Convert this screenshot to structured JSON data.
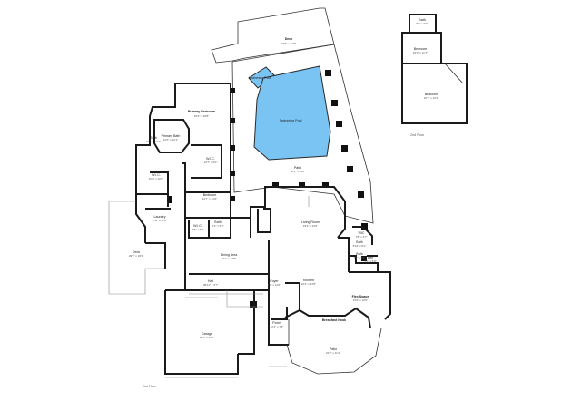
{
  "colors": {
    "pool": "#79c4f2",
    "wall": "#1a1a1a",
    "background": "#ffffff"
  },
  "floors": {
    "first": "1st Floor",
    "second": "2nd Floor"
  },
  "rooms": {
    "deck": {
      "name": "Deck",
      "dim": "32'6\" x 11'8\""
    },
    "swim_pool_upper": {
      "name": "Swimming Pool"
    },
    "swim_pool": {
      "name": "Swimming Pool"
    },
    "primary_bedroom": {
      "name": "Primary Bedroom",
      "dim": "15'4\" x 18'8\""
    },
    "primary_bath": {
      "name": "Primary Bath",
      "dim": "12'0\" x 12'1\""
    },
    "bath_a": {
      "name": "Bath",
      "dim": "12'1\" x 12'1\""
    },
    "wic_a": {
      "name": "W.I.C.",
      "dim": "12'7\" x 9'0\""
    },
    "wic_b": {
      "name": "W.I.C.",
      "dim": "9'10\" x 11'0\""
    },
    "laundry": {
      "name": "Laundry",
      "dim": "8'11\" x 11'8\""
    },
    "deck_side": {
      "name": "Deck",
      "dim": "29'9\" x 18'3\""
    },
    "bedroom": {
      "name": "Bedroom",
      "dim": "12'7\" x 12'0\""
    },
    "patio": {
      "name": "Patio",
      "dim": "62'8\" x 44'8\""
    },
    "living_room": {
      "name": "Living Room",
      "dim": "19'9\" x 23'6\""
    },
    "wic_c": {
      "name": "W.I.C.",
      "dim": "4'5\" x 5'0\""
    },
    "bath_b": {
      "name": "Bath",
      "dim": "7'2\" x 5'0\""
    },
    "dining_area": {
      "name": "Dining Area",
      "dim": "22'1\" x 17'8\""
    },
    "hall": {
      "name": "Hall",
      "dim": "38'11\" x 4'7\""
    },
    "foyer": {
      "name": "Foyer",
      "dim": "7'1\" x 11'6\""
    },
    "kitchen": {
      "name": "Kitchen",
      "dim": "16'4\" x 14'5\""
    },
    "wic_d": {
      "name": "WIC",
      "dim": "7'8\" x 4'7\""
    },
    "bath_c": {
      "name": "Bath",
      "dim": "5'10\" x 8'1\""
    },
    "bath_d": {
      "name": "Bath",
      "dim": "7'3\" x 5'0\""
    },
    "den": {
      "name": "Den",
      "dim": "5'1\" x 5'0\""
    },
    "flex_space": {
      "name": "Flex Space",
      "dim": "13'6\" x 12'0\""
    },
    "breakfast_nook": {
      "name": "Breakfast Nook"
    },
    "porch": {
      "name": "Porch",
      "dim": "12'1\" x 7'6\""
    },
    "patio_front": {
      "name": "Patio",
      "dim": "31'0\" x 11'4\""
    },
    "garage": {
      "name": "Garage",
      "dim": "32'6\" x 21'7\""
    },
    "bath_up": {
      "name": "Bath",
      "dim": "5'5\" x 9'7\""
    },
    "bedroom_up_a": {
      "name": "Bedroom",
      "dim": "10'0\" x 11'7\""
    },
    "bedroom_up_b": {
      "name": "Bedroom",
      "dim": "16'7\" x 12'4\""
    }
  }
}
